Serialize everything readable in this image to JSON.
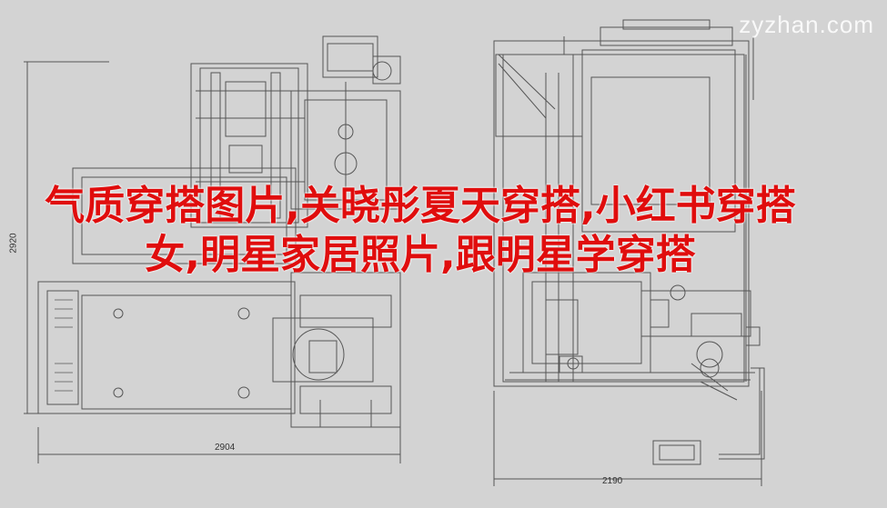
{
  "watermark": "zyzhan.com",
  "dimensions": {
    "left_width": "2904",
    "left_height": "2920",
    "right_width": "2190"
  },
  "headline": "气质穿搭图片,关晓彤夏天穿搭,小红书穿搭女,明星家居照片,跟明星学穿搭"
}
